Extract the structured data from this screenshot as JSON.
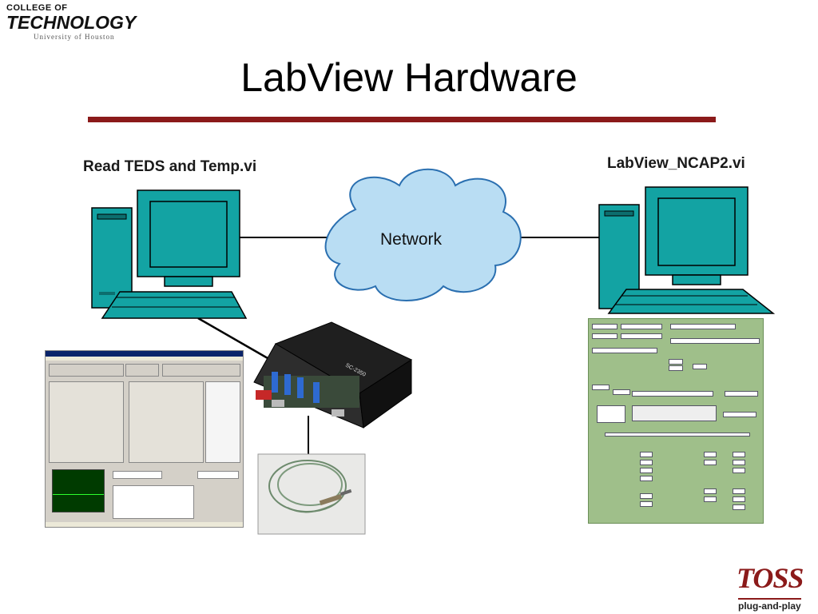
{
  "header": {
    "logo_line1": "COLLEGE OF",
    "logo_line2": "TECHNOLOGY",
    "logo_line3": "University of Houston"
  },
  "slide": {
    "title": "LabView Hardware"
  },
  "diagram": {
    "left_label": "Read TEDS and Temp.vi",
    "right_label": "LabView_NCAP2.vi",
    "network_label": "Network",
    "device_label": "SC-2350"
  },
  "footer": {
    "logo_main": "TOSS",
    "logo_sub": "plug-and-play"
  },
  "colors": {
    "computer_teal": "#13a3a3",
    "cloud_blue": "#b9ddf3",
    "rule_red": "#8b1a1a",
    "panel_green": "#9fbf8a"
  }
}
